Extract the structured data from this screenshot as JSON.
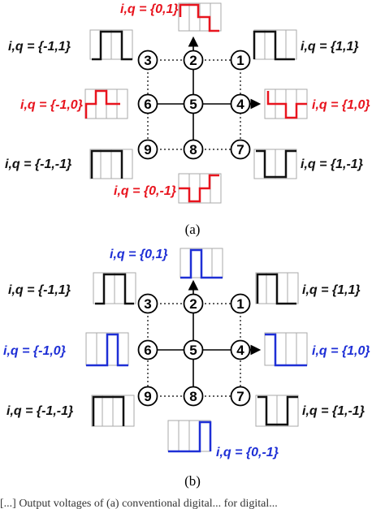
{
  "diagrams": [
    {
      "id": "a",
      "caption": "(a)",
      "highlight_color": "#e8141e",
      "nodes": [
        "1",
        "2",
        "3",
        "4",
        "5",
        "6",
        "7",
        "8",
        "9"
      ],
      "labels": {
        "top_center": "i,q = {0,1}",
        "top_left": "i,q = {-1,1}",
        "top_right": "i,q = {1,1}",
        "mid_left": "i,q = {-1,0}",
        "mid_right": "i,q = {1,0}",
        "bottom_left": "i,q = {-1,-1}",
        "bottom_right": "i,q = {1,-1}",
        "bottom_center": "i,q = {0,-1}"
      }
    },
    {
      "id": "b",
      "caption": "(b)",
      "highlight_color": "#1e2fd6",
      "nodes": [
        "1",
        "2",
        "3",
        "4",
        "5",
        "6",
        "7",
        "8",
        "9"
      ],
      "labels": {
        "top_center": "i,q = {0,1}",
        "top_left": "i,q = {-1,1}",
        "top_right": "i,q = {1,1}",
        "mid_left": "i,q = {-1,0}",
        "mid_right": "i,q = {1,0}",
        "bottom_left": "i,q = {-1,-1}",
        "bottom_right": "i,q = {1,-1}",
        "bottom_center": "i,q = {0,-1}"
      }
    }
  ],
  "footer_fragment": "[...]  Output voltages of (a) conventional digital... for digital..."
}
